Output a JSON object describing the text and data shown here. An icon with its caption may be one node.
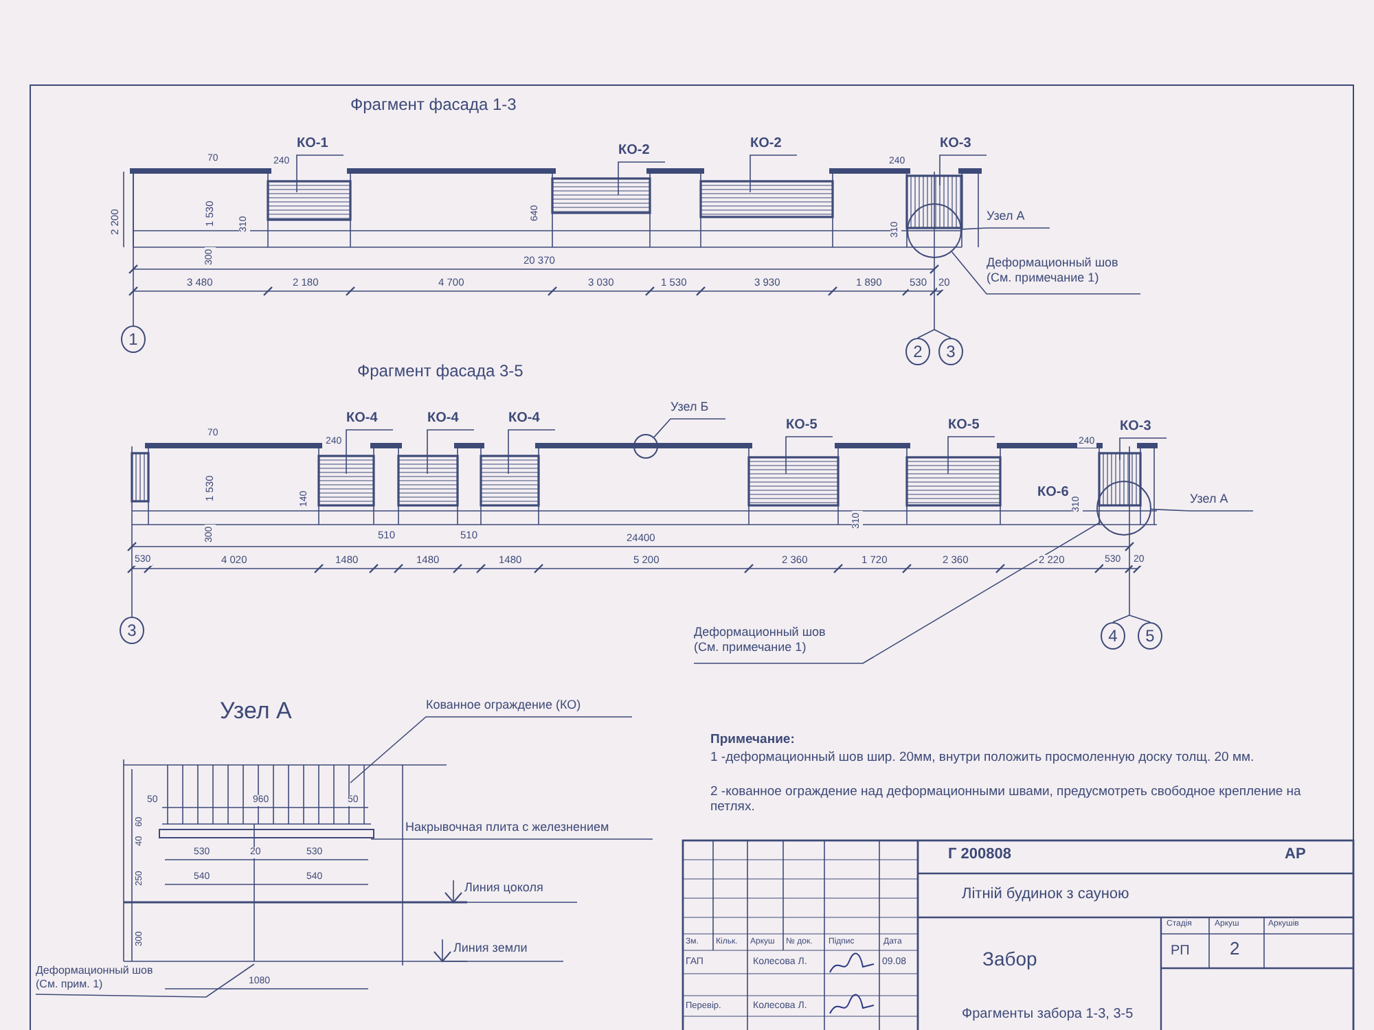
{
  "diagram": {
    "nodes": [
      {
        "text": [
          "КО-1"
        ]
      },
      {
        "text": [
          "КО-2"
        ]
      },
      {
        "text": [
          "КО-2"
        ]
      },
      {
        "text": [
          "КО-3"
        ]
      },
      {
        "text": [
          "Узел А"
        ]
      },
      {
        "text": [
          "Деформационный шов (См. примечание 1)"
        ]
      },
      {
        "text": [
          "1"
        ]
      },
      {
        "text": [
          "2"
        ]
      },
      {
        "text": [
          "3"
        ]
      },
      {
        "text": [
          "КО-4"
        ]
      },
      {
        "text": [
          "КО-4"
        ]
      },
      {
        "text": [
          "КО-4"
        ]
      },
      {
        "text": [
          "Узел Б"
        ]
      },
      {
        "text": [
          "КО-5"
        ]
      },
      {
        "text": [
          "КО-5"
        ]
      },
      {
        "text": [
          "КО-3"
        ]
      },
      {
        "text": [
          "Узел А"
        ]
      },
      {
        "text": [
          "Деформационный шов (См. примечание 1)"
        ]
      },
      {
        "text": [
          "3"
        ]
      },
      {
        "text": [
          "4"
        ]
      },
      {
        "text": [
          "5"
        ]
      },
      {
        "text": [
          "Кованное ограждение (КО)"
        ]
      },
      {
        "text": [
          "Накрывочная плита с железнением"
        ]
      },
      {
        "text": [
          "Деформационный шов (См. прим. 1)"
        ]
      },
      {
        "text": [],
        "shape": "circle"
      },
      {
        "text": [],
        "shape": "circle"
      },
      {
        "text": [],
        "shape": "circle"
      }
    ],
    "edges": [
      {
        "from": 0,
        "to": null,
        "arrow": "none"
      },
      {
        "from": 1,
        "to": null,
        "arrow": "none"
      },
      {
        "from": 2,
        "to": null,
        "arrow": "none"
      },
      {
        "from": 3,
        "to": null,
        "arrow": "none"
      },
      {
        "from": 4,
        "to": 24,
        "arrow": "none"
      },
      {
        "from": 5,
        "to": 24,
        "arrow": "none"
      },
      {
        "from": 9,
        "to": null,
        "arrow": "none"
      },
      {
        "from": 10,
        "to": null,
        "arrow": "none"
      },
      {
        "from": 11,
        "to": null,
        "arrow": "none"
      },
      {
        "from": 12,
        "to": 25,
        "arrow": "none"
      },
      {
        "from": 13,
        "to": null,
        "arrow": "none"
      },
      {
        "from": 14,
        "to": null,
        "arrow": "none"
      },
      {
        "from": 15,
        "to": null,
        "arrow": "none"
      },
      {
        "from": 16,
        "to": 26,
        "arrow": "none"
      },
      {
        "from": 17,
        "to": 26,
        "arrow": "none"
      },
      {
        "from": 21,
        "to": null,
        "arrow": "none"
      },
      {
        "from": 22,
        "to": null,
        "arrow": "none"
      },
      {
        "from": 23,
        "to": null,
        "arrow": "none"
      }
    ],
    "labels": [
      "Фрагмент фасада 1-3",
      "2 200",
      "70",
      "1 530",
      "240",
      "310",
      "300",
      "640",
      "20 370",
      "3 480",
      "2 180",
      "4 700",
      "3 030",
      "1 530",
      "3 930",
      "1 890",
      "530",
      "20",
      "240",
      "310",
      "Фрагмент фасада 3-5",
      "70",
      "1 530",
      "140",
      "300",
      "240",
      "310",
      "КО-6",
      "24400",
      "530",
      "4 020",
      "1480",
      "510",
      "1480",
      "510",
      "1480",
      "5 200",
      "2 360",
      "1 720",
      "2 360",
      "2 220",
      "530",
      "20",
      "240",
      "310",
      "Узел А",
      "50",
      "960",
      "50",
      "60",
      "40",
      "250",
      "300",
      "530",
      "20",
      "530",
      "540",
      "540",
      "1080",
      "Линия цоколя",
      "Линия земли",
      "Примечание:",
      "1 -деформационный шов шир. 20мм, внутри положить просмоленную доску толщ. 20 мм.",
      "2 -кованное ограждение над деформационными швами, предусмотреть свободное крепление на петлях.",
      "Г 200808",
      "АР",
      "Літній будинок з сауною",
      "Зм.",
      "Кільк.",
      "Аркуш",
      "№ док.",
      "Підпис",
      "Дата",
      "Стадія",
      "Аркуш",
      "Аркушів",
      "ГАП",
      "Колесова Л.",
      "09.08",
      "Забор",
      "РП",
      "2",
      "Перевір.",
      "Колесова Л.",
      "Фрагменты забора 1-3, 3-5"
    ]
  }
}
